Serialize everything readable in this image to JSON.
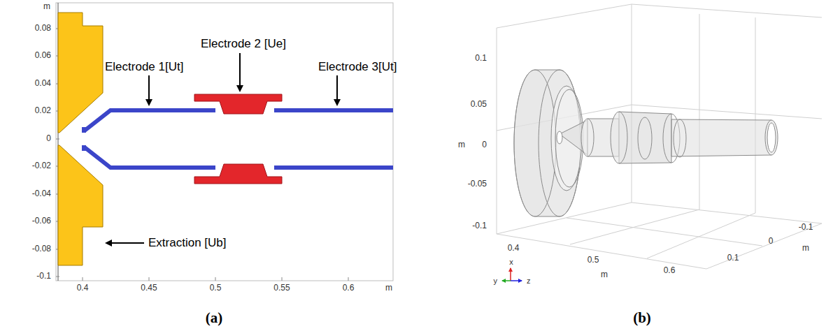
{
  "diagram": {
    "labels": [
      "m",
      "0.08",
      "0.06",
      "0.04",
      "0.02",
      "0",
      "-0.02",
      "-0.04",
      "-0.06",
      "-0.08",
      "-0.1",
      "0.4",
      "0.45",
      "0.5",
      "0.55",
      "0.6",
      "m",
      "Electrode 1[Ut]",
      "Electrode 2 [Ue]",
      "Electrode 3[Ut]",
      "Extraction [Ub]",
      "(a)",
      "0.1",
      "0.05",
      "m",
      "0",
      "-0.05",
      "-0.1",
      "0.4",
      "0.5",
      "0.6",
      "m",
      "-0.1",
      "0",
      "0.1",
      "m",
      "x",
      "y",
      "z",
      "(b)"
    ]
  }
}
